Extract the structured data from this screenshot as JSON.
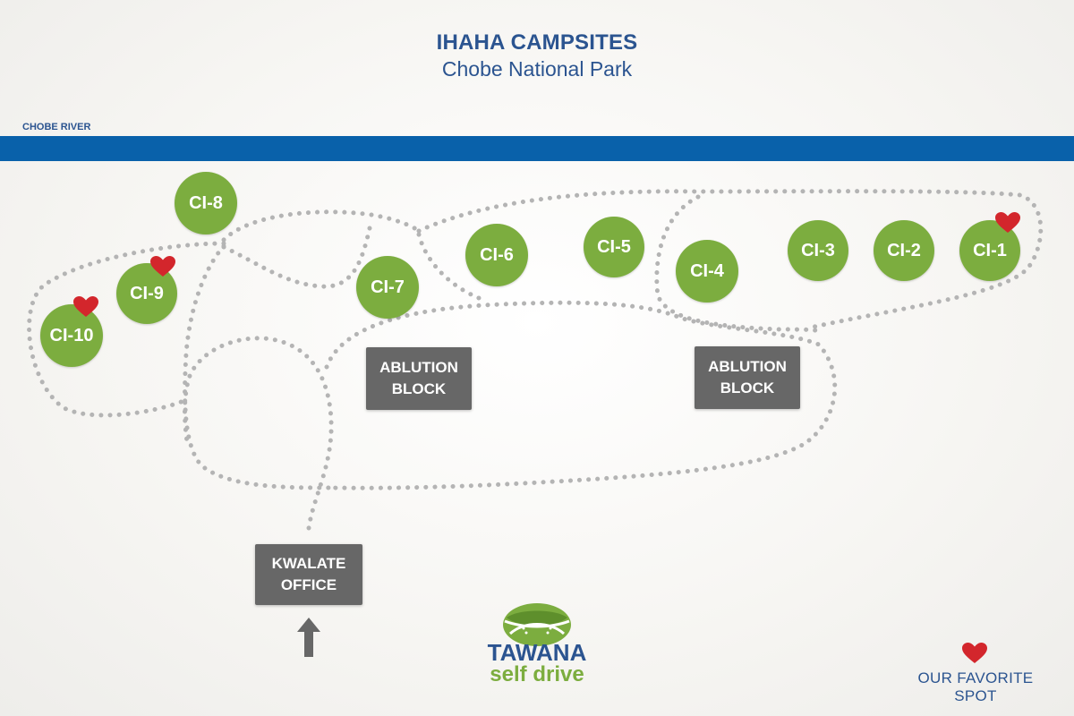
{
  "header": {
    "title": "IHAHA CAMPSITES",
    "subtitle": "Chobe National Park"
  },
  "river": {
    "label": "CHOBE RIVER",
    "color": "#0961aa"
  },
  "campsites": [
    {
      "id": "CI-1",
      "label": "CI-1",
      "favorite": true
    },
    {
      "id": "CI-2",
      "label": "CI-2",
      "favorite": false
    },
    {
      "id": "CI-3",
      "label": "CI-3",
      "favorite": false
    },
    {
      "id": "CI-4",
      "label": "CI-4",
      "favorite": false
    },
    {
      "id": "CI-5",
      "label": "CI-5",
      "favorite": false
    },
    {
      "id": "CI-6",
      "label": "CI-6",
      "favorite": false
    },
    {
      "id": "CI-7",
      "label": "CI-7",
      "favorite": false
    },
    {
      "id": "CI-8",
      "label": "CI-8",
      "favorite": false
    },
    {
      "id": "CI-9",
      "label": "CI-9",
      "favorite": true
    },
    {
      "id": "CI-10",
      "label": "CI-10",
      "favorite": true
    }
  ],
  "facilities": {
    "ablution_left": {
      "line1": "ABLUTION",
      "line2": "BLOCK"
    },
    "ablution_right": {
      "line1": "ABLUTION",
      "line2": "BLOCK"
    },
    "office": {
      "line1": "KWALATE",
      "line2": "OFFICE"
    }
  },
  "entrance_arrow_icon": "up-arrow-icon",
  "logo": {
    "line1": "TAWANA",
    "line2": "self drive"
  },
  "legend": {
    "icon": "heart-icon",
    "label": "OUR FAVORITE SPOT"
  },
  "colors": {
    "campsite": "#7cad3f",
    "facility": "#676767",
    "heart": "#d3262c",
    "text": "#2b5490",
    "path": "#b4b4b4"
  }
}
